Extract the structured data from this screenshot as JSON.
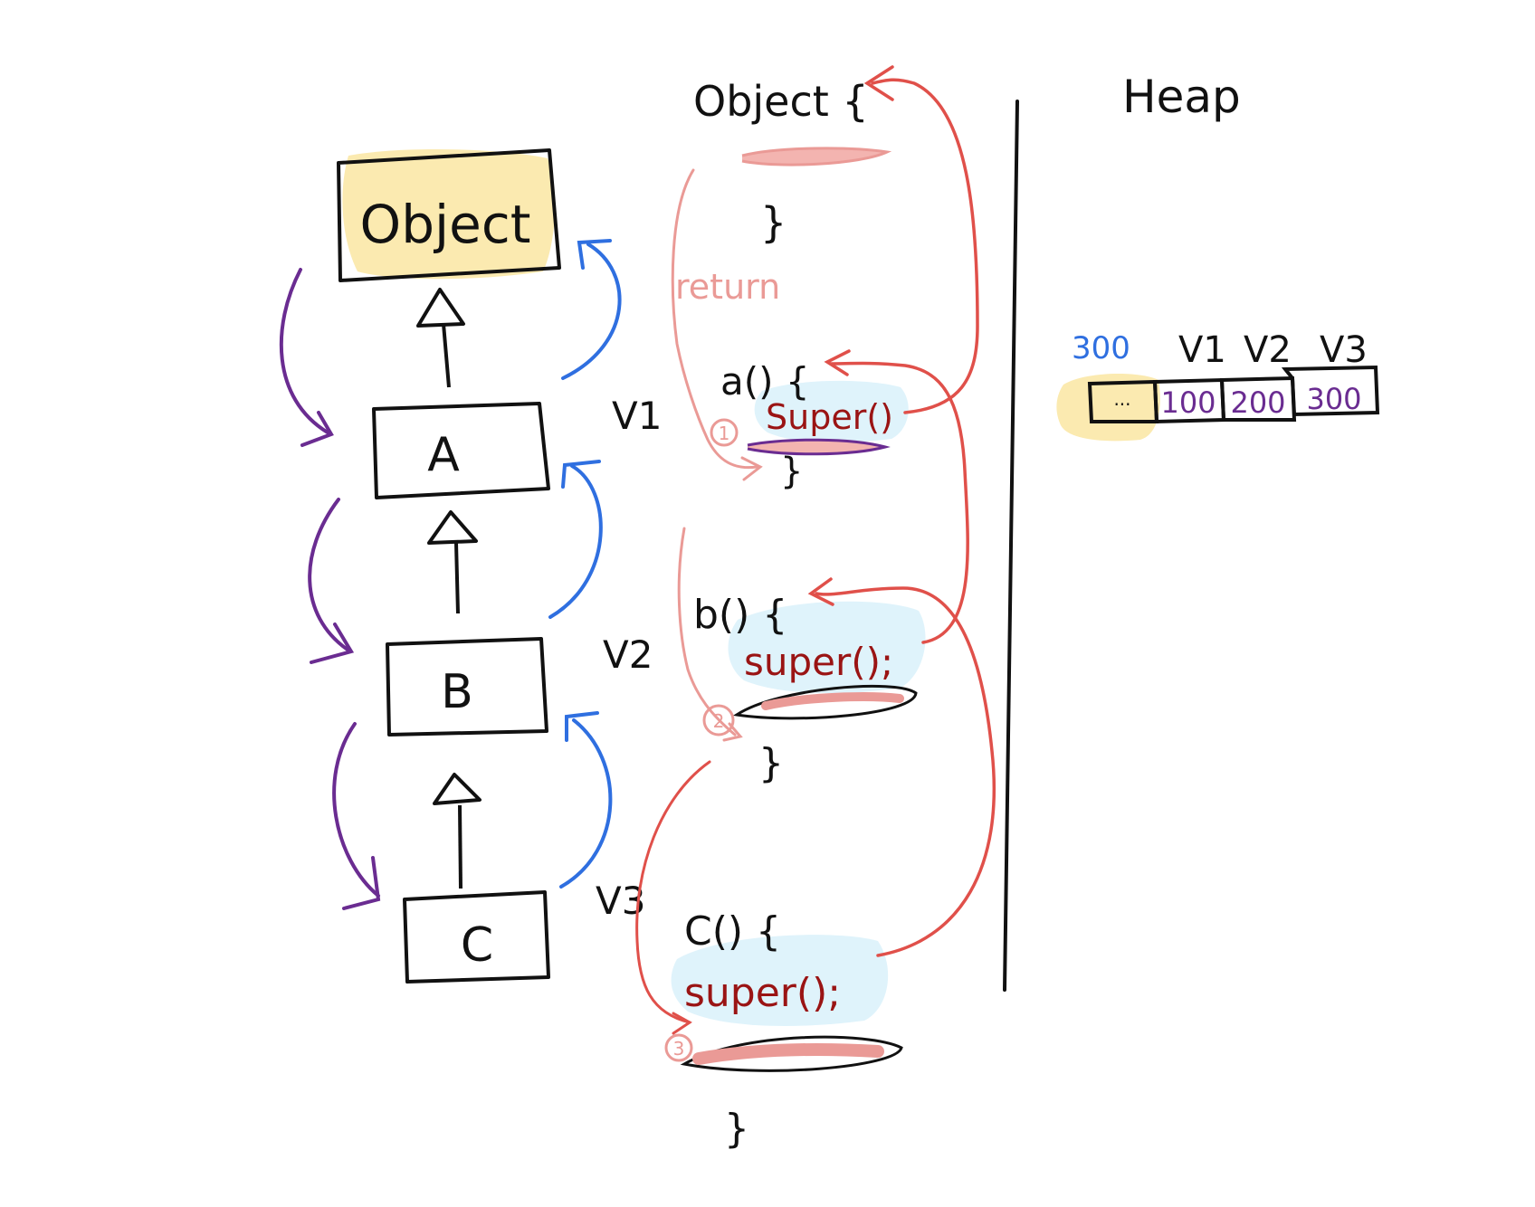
{
  "hierarchy": {
    "object": "Object",
    "a": "A",
    "b": "B",
    "c": "C"
  },
  "labels": {
    "v1": "V1",
    "v2": "V2",
    "v3": "V3"
  },
  "code": {
    "object_head": "Object {",
    "object_close": "}",
    "return_label": "return",
    "a_head": "a() {",
    "a_super": "Super()",
    "a_close": "}",
    "b_head": "b() {",
    "b_super": "super();",
    "b_close": "}",
    "c_head": "C() {",
    "c_super": "super();",
    "c_close": "}",
    "step1": "1",
    "step2": "2",
    "step3": "3"
  },
  "heap": {
    "title": "Heap",
    "address": "300",
    "header_cell": "...",
    "cols": [
      "V1",
      "V2",
      "V3"
    ],
    "values": [
      "100",
      "200",
      "300"
    ]
  },
  "colors": {
    "ink": "#111111",
    "highlight_yellow": "#fbeab0",
    "highlight_blue": "#dff3fb",
    "purple": "#6a2c91",
    "blue": "#2f6fe0",
    "red": "#e0504a",
    "pink": "#ea9a96",
    "dark_red": "#9a1414"
  }
}
